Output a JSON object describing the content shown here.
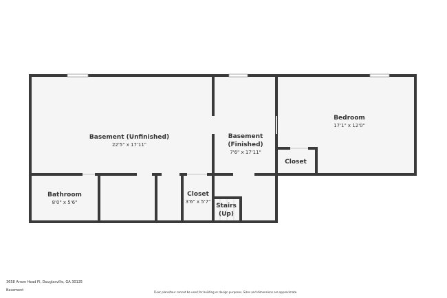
{
  "rooms": [
    {
      "name": "Basement (Unfinished)",
      "dims": "22'5\" x 17'11\""
    },
    {
      "name": "Basement (Finished)",
      "dims": "7'6\" x 17'11\""
    },
    {
      "name": "Bedroom",
      "dims": "17'1\" x 12'0\""
    },
    {
      "name": "Closet",
      "dims": ""
    },
    {
      "name": "Bathroom",
      "dims": "8'0\" x 5'6\""
    },
    {
      "name": "Closet",
      "dims": "3'6\" x 5'7\""
    },
    {
      "name": "Stairs (Up)",
      "dims": ""
    }
  ],
  "footer": {
    "address": "3658 Arrow Head Pl, Douglasville, GA 30135",
    "floor": "Basement",
    "disclaimer": "Floor plans/tour cannot be used for building or design purposes. Sizes and dimensions are approximate."
  },
  "colors": {
    "wall": "#3a3a3a",
    "floor": "#f5f5f5"
  }
}
